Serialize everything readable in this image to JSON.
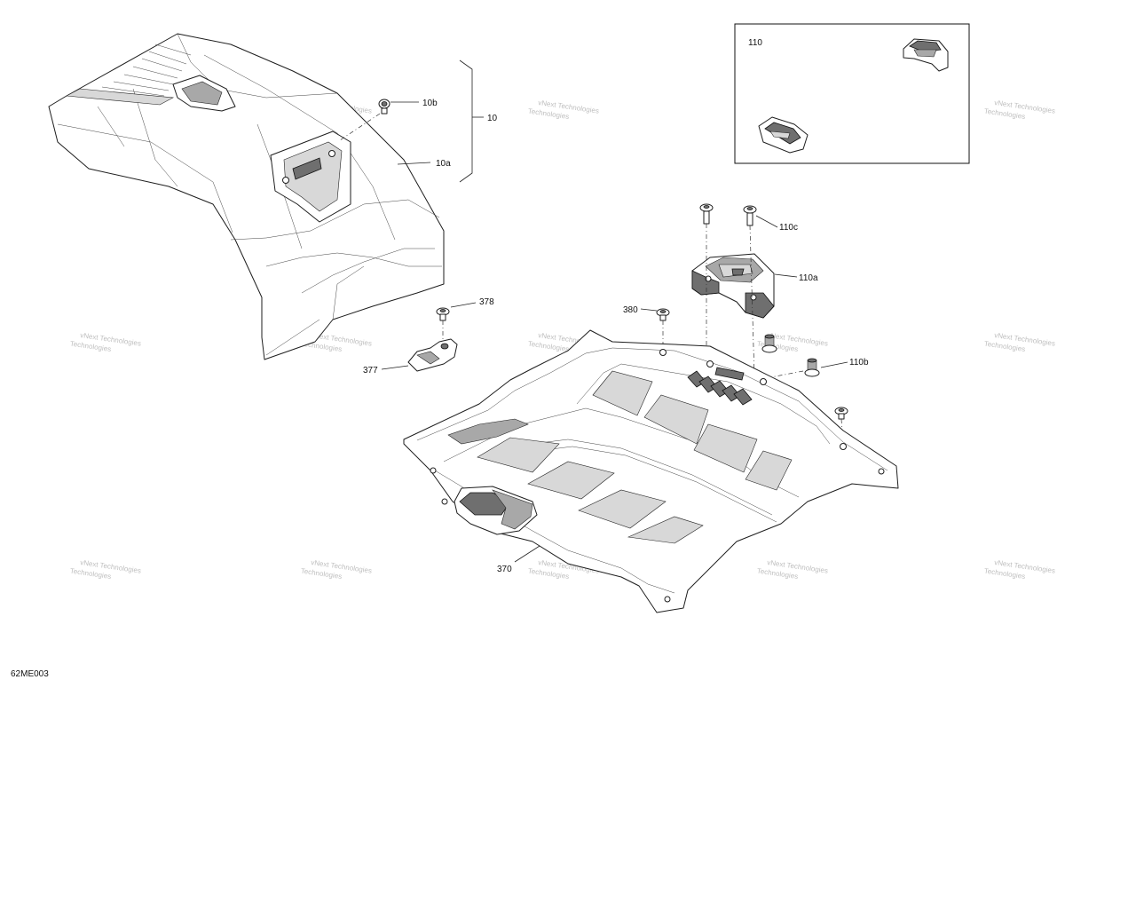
{
  "callouts": {
    "c10": "10",
    "c10a": "10a",
    "c10b": "10b",
    "c110": "110",
    "c110a": "110a",
    "c110b": "110b",
    "c110c": "110c",
    "c370": "370",
    "c377": "377",
    "c378": "378",
    "c380": "380"
  },
  "watermark": {
    "line1": "vNext Technologies",
    "line2": "Technologies"
  },
  "drawing_code": "62ME003"
}
